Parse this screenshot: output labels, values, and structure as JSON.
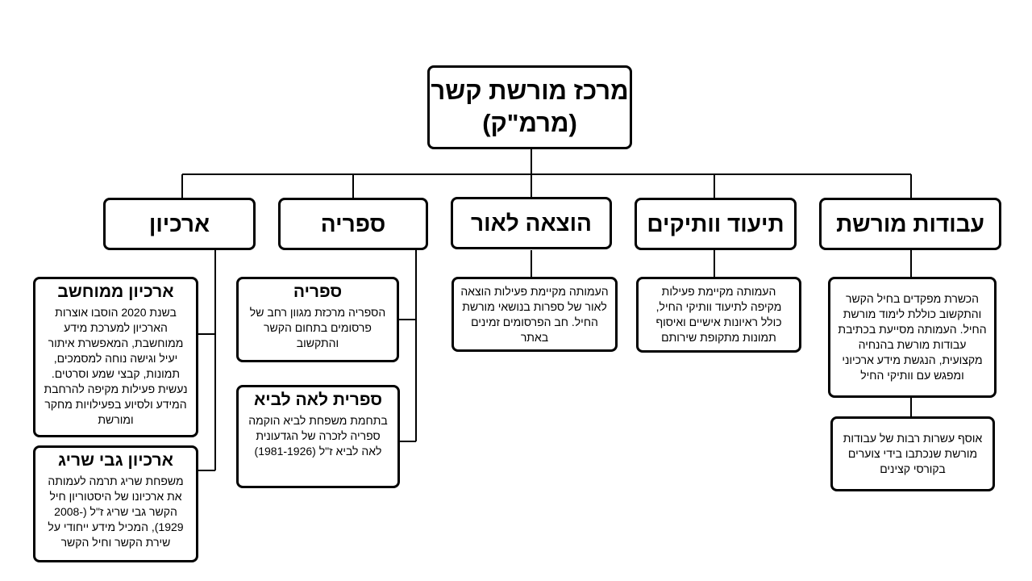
{
  "root": {
    "title_line1": "מרכז מורשת קשר",
    "title_line2": "(מרמ\"ק)"
  },
  "branches": {
    "heritage": "עבודות מורשת",
    "documentation": "תיעוד וותיקים",
    "publishing": "הוצאה לאור",
    "library": "ספריה",
    "archive": "ארכיון"
  },
  "heritage_desc_1": "הכשרת מפקדים בחיל הקשר והתקשוב כוללת לימוד מורשת החיל. העמותה מסייעת בכתיבת עבודות מורשת בהנחיה מקצועית, הנגשת מידע ארכיוני ומפגש עם וותיקי החיל",
  "heritage_desc_2": "אוסף עשרות רבות של עבודות מורשת שנכתבו בידי צוערים בקורסי קצינים",
  "documentation_desc": "העמותה מקיימת פעילות מקיפה לתיעוד וותיקי החיל, כולל ראיונות אישיים ואיסוף תמונות מתקופת שירותם",
  "publishing_desc": "העמותה מקיימת פעילות הוצאה לאור של ספרות בנושאי מורשת החיל. חב הפרסומים זמינים באתר",
  "library_cards": {
    "library": {
      "title": "ספריה",
      "text": "הספריה מרכזת מגוון רחב של פרסומים בתחום הקשר והתקשוב"
    },
    "leah": {
      "title": "ספרית לאה לביא",
      "text": "בתחמת משפחת לביא הוקמה ספריה לזכרה של הגדעונית לאה לביא ז\"ל (1981-1926)"
    }
  },
  "archive_cards": {
    "computerized": {
      "title": "ארכיון ממוחשב",
      "text": "בשנת 2020 הוסבו אוצרות הארכיון למערכת מידע ממוחשבת, המאפשרת איתור יעיל וגישה נוחה למסמכים, תמונות, קבצי שמע וסרטים. נעשית פעילות מקיפה להרחבת המידע ולסיוע בפעילויות מחקר ומורשת"
    },
    "sarig": {
      "title": "ארכיון גבי שריג",
      "text": "משפחת שריג תרמה לעמותה את ארכיונו של היסטוריון חיל הקשר גבי שריג ז\"ל (-2008 1929), המכיל מידע ייחודי על שירת הקשר וחיל הקשר"
    }
  }
}
